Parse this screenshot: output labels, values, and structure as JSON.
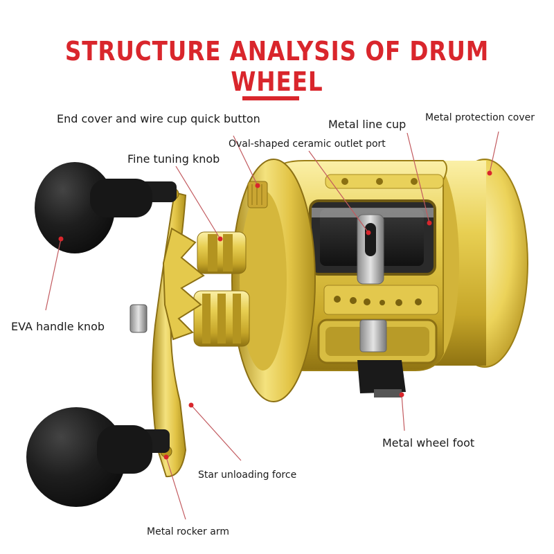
{
  "title": "STRUCTURE ANALYSIS OF DRUM WHEEL",
  "colors": {
    "accent": "#d9262c",
    "gold_light": "#f6e68a",
    "gold": "#d9bd3a",
    "gold_dark": "#9c7f16",
    "knob": "#1b1b1b",
    "text": "#1a1a1a"
  },
  "labels": {
    "end_cover": "End cover and wire cup quick button",
    "metal_line_cup": "Metal line cup",
    "metal_protection_cover": "Metal protection cover",
    "ceramic_outlet": "Oval-shaped ceramic outlet port",
    "fine_tuning": "Fine tuning knob",
    "eva_knob": "EVA handle knob",
    "metal_wheel_foot": "Metal wheel foot",
    "star_unloading": "Star unloading force",
    "metal_rocker": "Metal rocker arm"
  }
}
